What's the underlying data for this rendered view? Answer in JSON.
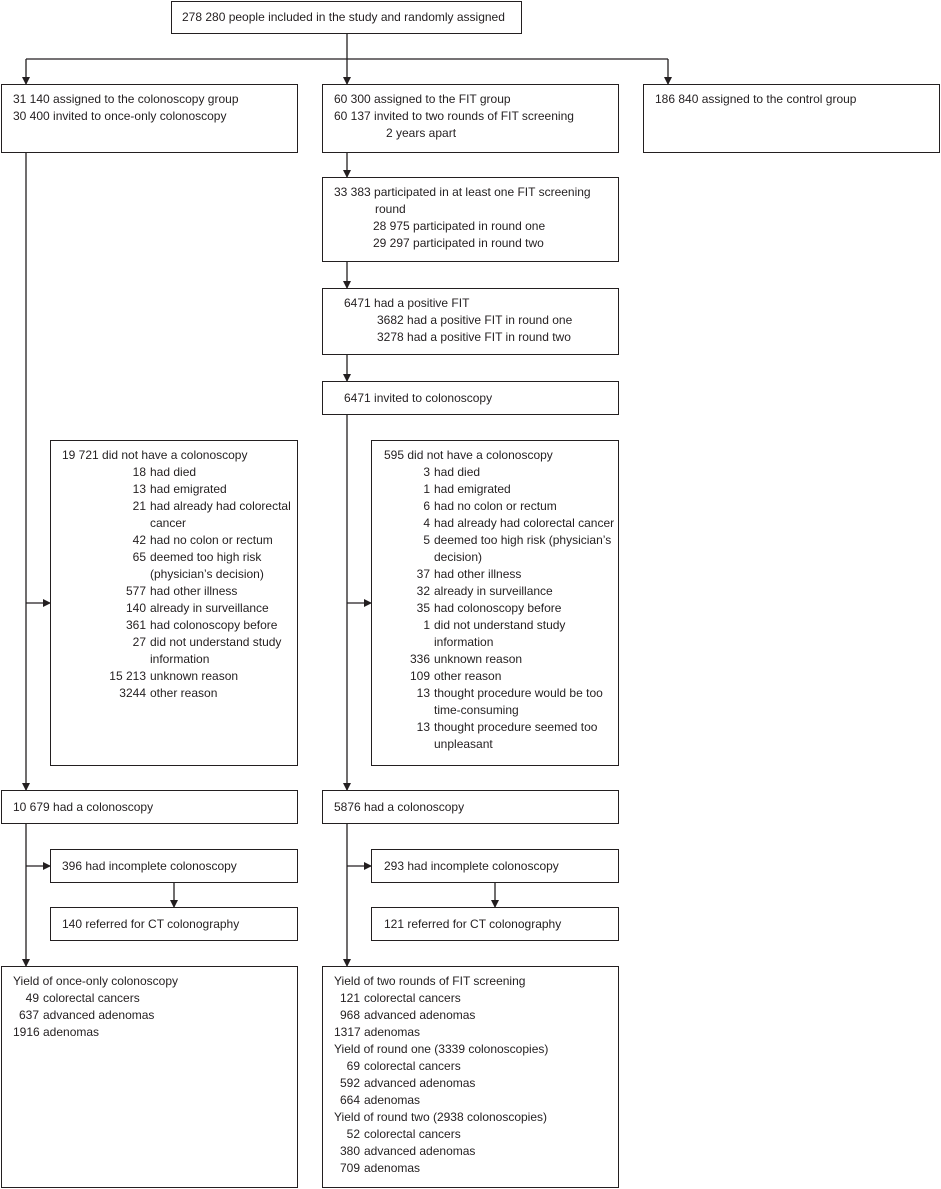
{
  "top": {
    "text": "278 280 people included in the study and randomly assigned"
  },
  "colonoscopy_group": {
    "assigned": "31 140 assigned to the colonoscopy group",
    "invited": "30 400 invited to once-only colonoscopy",
    "exclusions": {
      "header": "19 721 did not have a colonoscopy",
      "items": [
        [
          "18",
          "had died"
        ],
        [
          "13",
          "had emigrated"
        ],
        [
          "21",
          "had already had colorectal"
        ],
        [
          "",
          "cancer"
        ],
        [
          "42",
          "had no colon or rectum"
        ],
        [
          "65",
          "deemed too high risk"
        ],
        [
          "",
          "(physician’s decision)"
        ],
        [
          "577",
          "had other illness"
        ],
        [
          "140",
          "already in surveillance"
        ],
        [
          "361",
          "had colonoscopy before"
        ],
        [
          "27",
          "did not understand study"
        ],
        [
          "",
          "information"
        ],
        [
          "15 213",
          "unknown reason"
        ],
        [
          "3244",
          "other reason"
        ]
      ]
    },
    "had_colonoscopy": "10 679 had a colonoscopy",
    "incomplete": "396 had incomplete colonoscopy",
    "ct": "140 referred for CT colonography",
    "yield": {
      "title": "Yield of once-only colonoscopy",
      "items": [
        [
          "49",
          "colorectal cancers"
        ],
        [
          "637",
          "advanced adenomas"
        ],
        [
          "1916",
          "adenomas"
        ]
      ]
    }
  },
  "fit_group": {
    "assigned": "60 300 assigned to the FIT group",
    "invited": "60 137 invited to two rounds of FIT screening",
    "invited_cont": "2 years apart",
    "participated": "33 383 participated in at least one FIT screening",
    "participated_cont": "round",
    "round_one": "28 975 participated in round one",
    "round_two": "29 297 participated in round two",
    "positive": "6471 had a positive FIT",
    "positive_r1": "3682 had a positive FIT in round one",
    "positive_r2": "3278 had a positive FIT in round two",
    "invited_colonoscopy": "6471 invited to colonoscopy",
    "exclusions": {
      "header": "595 did not have a colonoscopy",
      "items": [
        [
          "3",
          "had died"
        ],
        [
          "1",
          "had emigrated"
        ],
        [
          "6",
          "had no colon or rectum"
        ],
        [
          "4",
          "had already had colorectal cancer"
        ],
        [
          "5",
          "deemed too high risk (physician’s"
        ],
        [
          "",
          "decision)"
        ],
        [
          "37",
          "had other illness"
        ],
        [
          "32",
          "already in surveillance"
        ],
        [
          "35",
          "had colonoscopy before"
        ],
        [
          "1",
          "did not understand study"
        ],
        [
          "",
          "information"
        ],
        [
          "336",
          "unknown reason"
        ],
        [
          "109",
          "other reason"
        ],
        [
          "13",
          "thought procedure would be too"
        ],
        [
          "",
          "time-consuming"
        ],
        [
          "13",
          "thought procedure seemed too"
        ],
        [
          "",
          "unpleasant"
        ]
      ]
    },
    "had_colonoscopy": "5876 had a colonoscopy",
    "incomplete": "293 had incomplete colonoscopy",
    "ct": "121 referred for CT colonography",
    "yield": {
      "title": "Yield of two rounds of FIT screening",
      "items": [
        [
          "121",
          "colorectal cancers"
        ],
        [
          "968",
          "advanced adenomas"
        ],
        [
          "1317",
          "adenomas"
        ]
      ],
      "round1_title": "Yield of round one (3339 colonoscopies)",
      "round1_items": [
        [
          "69",
          "colorectal cancers"
        ],
        [
          "592",
          "advanced adenomas"
        ],
        [
          "664",
          "adenomas"
        ]
      ],
      "round2_title": "Yield of round two (2938 colonoscopies)",
      "round2_items": [
        [
          "52",
          "colorectal cancers"
        ],
        [
          "380",
          "advanced adenomas"
        ],
        [
          "709",
          "adenomas"
        ]
      ]
    }
  },
  "control_group": {
    "assigned": "186 840 assigned to the control group"
  }
}
